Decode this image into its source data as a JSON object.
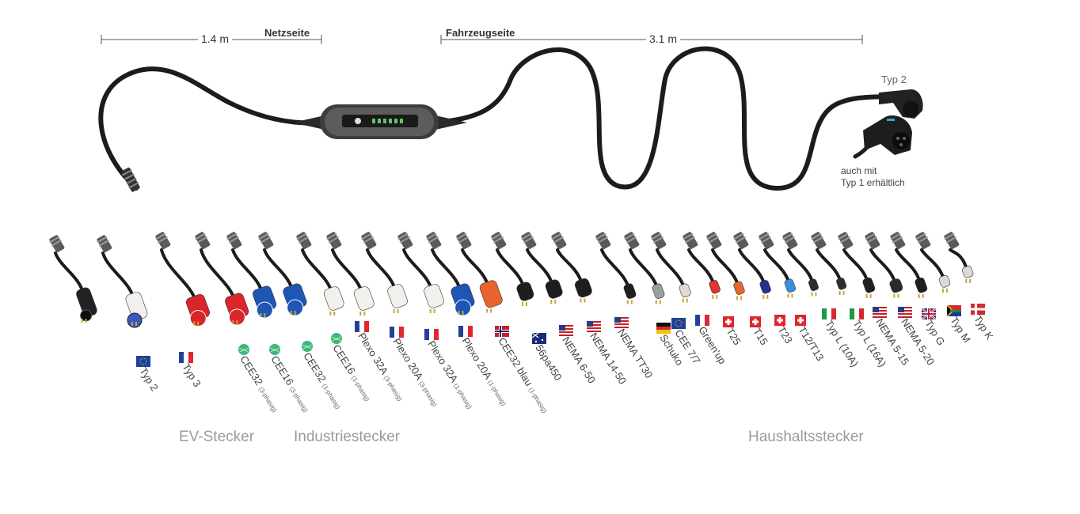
{
  "dimensions": {
    "left_length": "1.4 m",
    "left_side": "Netzseite",
    "right_length": "3.1 m",
    "right_side": "Fahrzeugseite"
  },
  "vehicle_connector": {
    "label": "Typ 2",
    "note_line1": "auch mit",
    "note_line2": "Typ 1 erhältlich"
  },
  "groups": {
    "ev": "EV-Stecker",
    "industrial": "Industriestecker",
    "household": "Haushaltsstecker"
  },
  "adapters": [
    {
      "label": "Typ 2",
      "sub": "",
      "flag": "eu"
    },
    {
      "label": "Typ 3",
      "sub": "",
      "flag": "fr"
    },
    {
      "label": "CEE32",
      "sub": "(3-phasig)",
      "flag": "globe"
    },
    {
      "label": "CEE16",
      "sub": "(3-phasig)",
      "flag": "globe"
    },
    {
      "label": "CEE32",
      "sub": "(1-phasig)",
      "flag": "globe"
    },
    {
      "label": "CEE16",
      "sub": "(1-phasig)",
      "flag": "globe"
    },
    {
      "label": "Plexo 32A",
      "sub": "(3-phasig)",
      "flag": "fr"
    },
    {
      "label": "Plexo 20A",
      "sub": "(3-phasig)",
      "flag": "fr"
    },
    {
      "label": "Plexo 32A",
      "sub": "(1-phasig)",
      "flag": "fr"
    },
    {
      "label": "Plexo 20A",
      "sub": "(1-phasig)",
      "flag": "fr"
    },
    {
      "label": "CEE32 blau",
      "sub": "(1-phasig)",
      "flag": "no"
    },
    {
      "label": "56pa450",
      "sub": "",
      "flag": "au"
    },
    {
      "label": "NEMA 6-50",
      "sub": "",
      "flag": "us"
    },
    {
      "label": "NEMA 14-50",
      "sub": "",
      "flag": "us"
    },
    {
      "label": "NEMA TT30",
      "sub": "",
      "flag": "us"
    },
    {
      "label": "Schuko",
      "sub": "",
      "flag": "de"
    },
    {
      "label": "CEE 7/7",
      "sub": "",
      "flag": "eu"
    },
    {
      "label": "Green'up",
      "sub": "",
      "flag": "fr"
    },
    {
      "label": "T25",
      "sub": "",
      "flag": "ch"
    },
    {
      "label": "T15",
      "sub": "",
      "flag": "ch"
    },
    {
      "label": "T23",
      "sub": "",
      "flag": "ch"
    },
    {
      "label": "T12/T13",
      "sub": "",
      "flag": "ch"
    },
    {
      "label": "Typ L (10A)",
      "sub": "",
      "flag": "it"
    },
    {
      "label": "Typ L (16A)",
      "sub": "",
      "flag": "it"
    },
    {
      "label": "NEMA 5-15",
      "sub": "",
      "flag": "us"
    },
    {
      "label": "NEMA 5-20",
      "sub": "",
      "flag": "us"
    },
    {
      "label": "Typ G",
      "sub": "",
      "flag": "gb"
    },
    {
      "label": "Typ M",
      "sub": "",
      "flag": "za"
    },
    {
      "label": "Typ K",
      "sub": "",
      "flag": "dk"
    }
  ],
  "colors": {
    "cable": "#1c1c1c",
    "cee_red": "#d8262b",
    "cee_blue": "#1f56b5",
    "plexo_white": "#f1f1ec",
    "orange": "#e8642c"
  }
}
